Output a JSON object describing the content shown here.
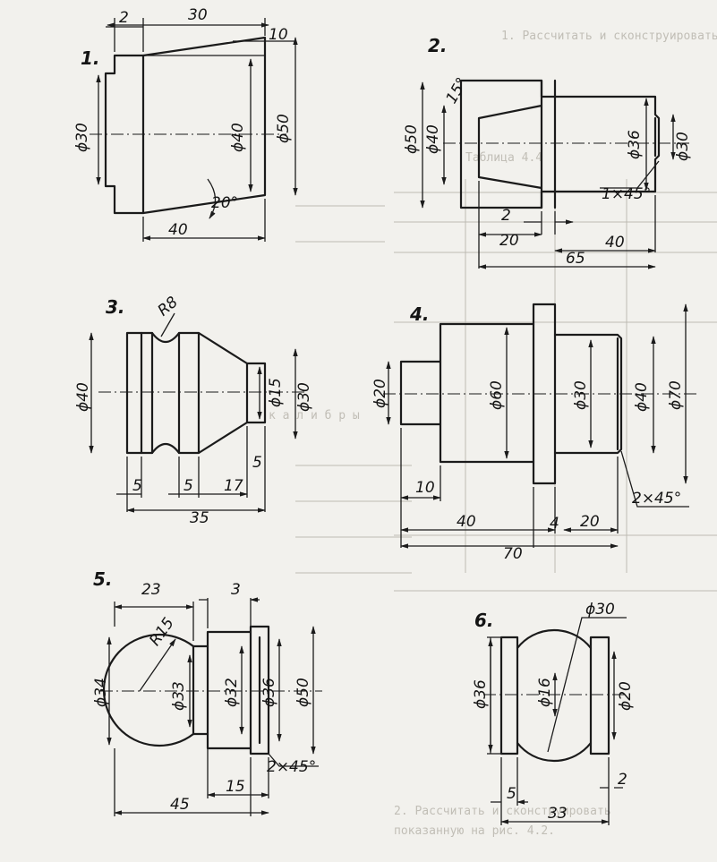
{
  "ghost_text": {
    "header": "",
    "task_line": "1. Рассчитать и сконструировать",
    "table_title": "Таблица 4.4",
    "word": "к а л и б р ы",
    "bottom_line_1": "2. Рассчитать и сконструировать",
    "bottom_line_2": "показанную на рис. 4.2."
  },
  "drawings": [
    {
      "number": "1.",
      "dims": {
        "top_a": "2",
        "top_b": "30",
        "top_c": "10",
        "d1": "ϕ30",
        "d2": "ϕ40",
        "d3": "ϕ50",
        "angle": "20°",
        "len": "40"
      }
    },
    {
      "number": "2.",
      "dims": {
        "d1": "ϕ50",
        "d2": "ϕ40",
        "angle": "15°",
        "d3": "ϕ36",
        "d4": "ϕ30",
        "chamfer": "1×45°",
        "a": "2",
        "b": "20",
        "c": "40",
        "total": "65"
      }
    },
    {
      "number": "3.",
      "dims": {
        "radius": "R8",
        "d1": "ϕ40",
        "d2": "ϕ15",
        "d3": "ϕ30",
        "a": "5",
        "b": "5",
        "c": "5",
        "d": "17",
        "total": "35"
      }
    },
    {
      "number": "4.",
      "dims": {
        "d1": "ϕ20",
        "d2": "ϕ60",
        "d3": "ϕ30",
        "d4": "ϕ40",
        "d5": "ϕ70",
        "a": "10",
        "b": "40",
        "c": "4",
        "d": "20",
        "chamfer": "2×45°",
        "total": "70"
      }
    },
    {
      "number": "5.",
      "dims": {
        "top_a": "23",
        "top_b": "3",
        "radius": "R15",
        "d1": "ϕ34",
        "d2": "ϕ33",
        "d3": "ϕ32",
        "d4": "ϕ36",
        "d5": "ϕ50",
        "chamfer": "2×45°",
        "a": "15",
        "total": "45"
      }
    },
    {
      "number": "6.",
      "dims": {
        "d_top": "ϕ30",
        "d1": "ϕ36",
        "d2": "ϕ16",
        "d3": "ϕ20",
        "a": "5",
        "b": "2",
        "total": "33"
      }
    }
  ]
}
